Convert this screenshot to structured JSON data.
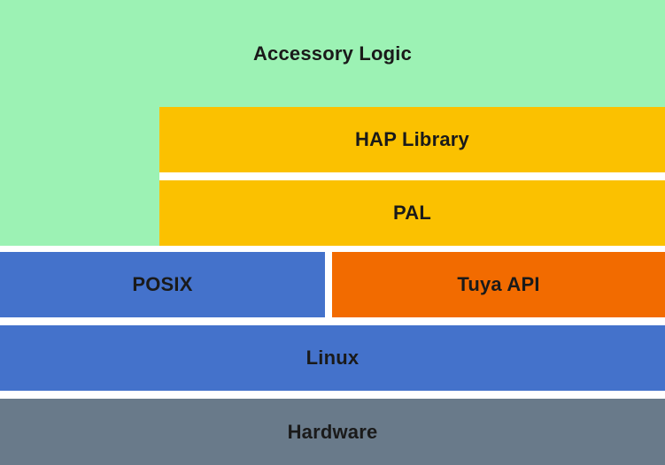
{
  "layers": {
    "accessory_logic": {
      "label": "Accessory Logic",
      "color": "#9cf2b4"
    },
    "hap_library": {
      "label": "HAP Library",
      "color": "#fbc100"
    },
    "pal": {
      "label": "PAL",
      "color": "#fbc100"
    },
    "posix": {
      "label": "POSIX",
      "color": "#4472cb"
    },
    "tuya_api": {
      "label": "Tuya API",
      "color": "#f26b00"
    },
    "linux": {
      "label": "Linux",
      "color": "#4472cb"
    },
    "hardware": {
      "label": "Hardware",
      "color": "#697a8a"
    }
  }
}
